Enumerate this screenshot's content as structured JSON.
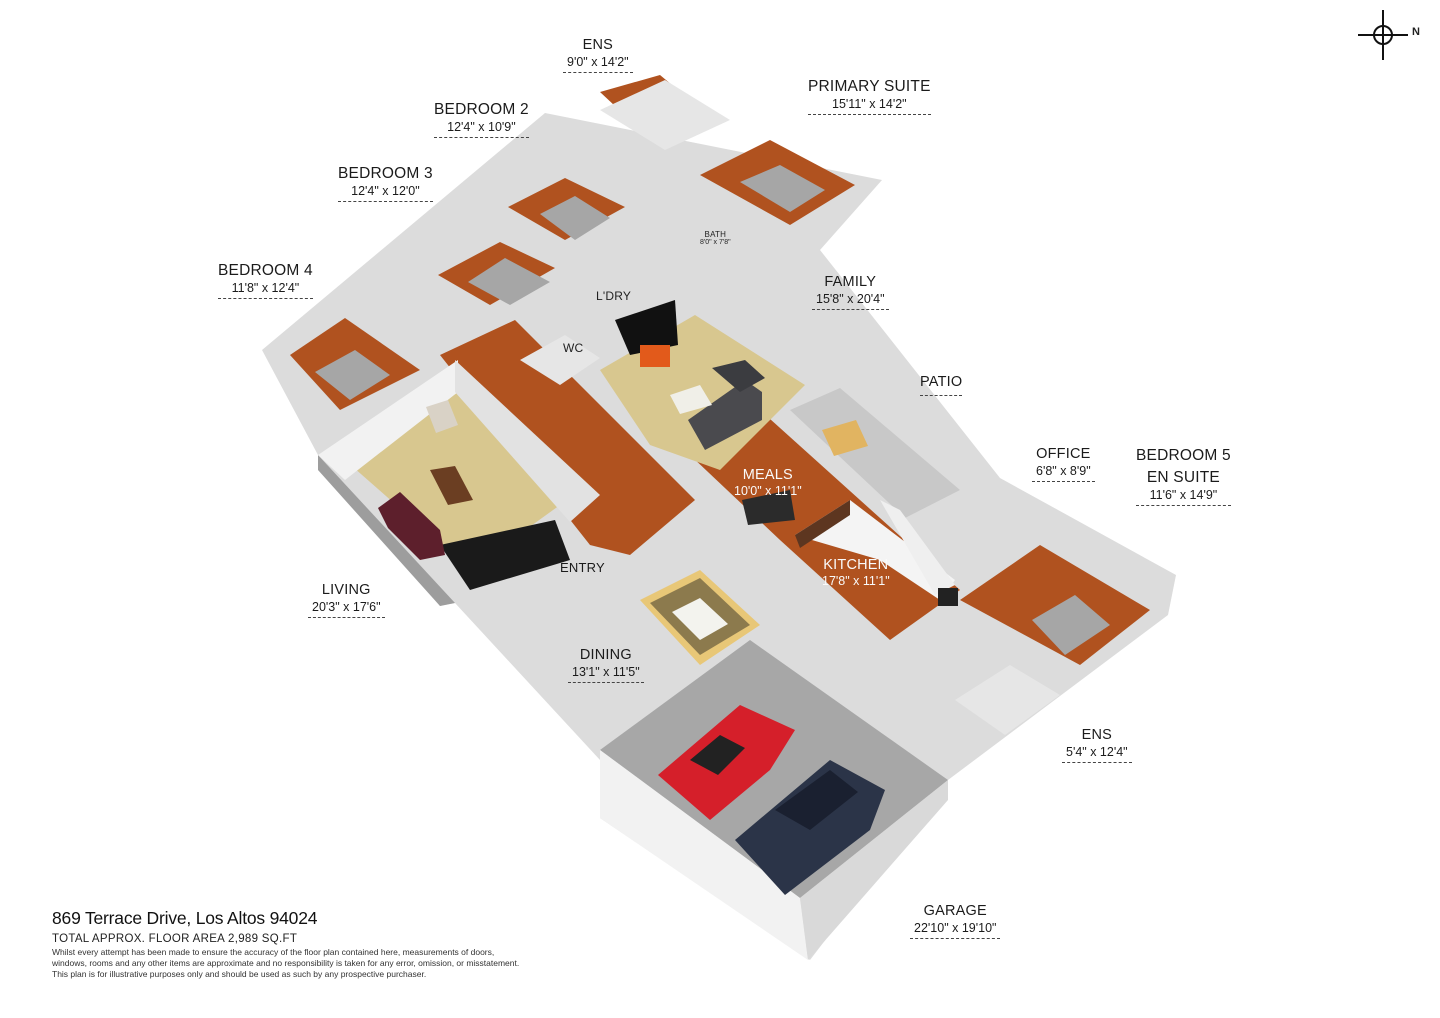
{
  "compass": {
    "label": "N"
  },
  "rooms": {
    "ens_top": {
      "name": "ENS",
      "dims": "9'0\" x 14'2\""
    },
    "primary_suite": {
      "name": "PRIMARY SUITE",
      "dims": "15'11\" x 14'2\""
    },
    "bedroom2": {
      "name": "BEDROOM 2",
      "dims": "12'4\" x 10'9\""
    },
    "bedroom3": {
      "name": "BEDROOM 3",
      "dims": "12'4\" x 12'0\""
    },
    "bedroom4": {
      "name": "BEDROOM 4",
      "dims": "11'8\" x 12'4\""
    },
    "bath": {
      "name": "BATH",
      "dims": "8'0\" x 7'8\""
    },
    "ldry": {
      "name": "L'DRY"
    },
    "wc": {
      "name": "WC"
    },
    "family": {
      "name": "FAMILY",
      "dims": "15'8\" x 20'4\""
    },
    "patio": {
      "name": "PATIO"
    },
    "meals": {
      "name": "MEALS",
      "dims": "10'0\" x 11'1\""
    },
    "kitchen": {
      "name": "KITCHEN",
      "dims": "17'8\" x 11'1\""
    },
    "office": {
      "name": "OFFICE",
      "dims": "6'8\" x 8'9\""
    },
    "bedroom5": {
      "name": "BEDROOM 5",
      "name2": "EN SUITE",
      "dims": "11'6\" x 14'9\""
    },
    "living": {
      "name": "LIVING",
      "dims": "20'3\" x 17'6\""
    },
    "entry": {
      "name": "ENTRY"
    },
    "dining": {
      "name": "DINING",
      "dims": "13'1\" x 11'5\""
    },
    "ens_bottom": {
      "name": "ENS",
      "dims": "5'4\" x 12'4\""
    },
    "garage": {
      "name": "GARAGE",
      "dims": "22'10\" x 19'10\""
    }
  },
  "footer": {
    "address": "869 Terrace Drive, Los Altos 94024",
    "area": "TOTAL APPROX. FLOOR AREA 2,989 SQ.FT",
    "disclaimer": "Whilst every attempt has been made to ensure the accuracy of the floor plan contained here, measurements of doors,\nwindows, rooms and any other items are approximate and no responsibility is taken for any error, omission, or misstatement.\nThis plan is for illustrative purposes only and should be used as such by any prospective purchaser."
  },
  "colors": {
    "wood_floor": "#b0521f",
    "carpet": "#d8c78f",
    "tile": "#c8c8c8",
    "garage_floor": "#a7a7a7",
    "wall": "#efefef",
    "wall_dark": "#1a1a1a",
    "red_car": "#d51f2a",
    "blue_car": "#2b3448"
  }
}
